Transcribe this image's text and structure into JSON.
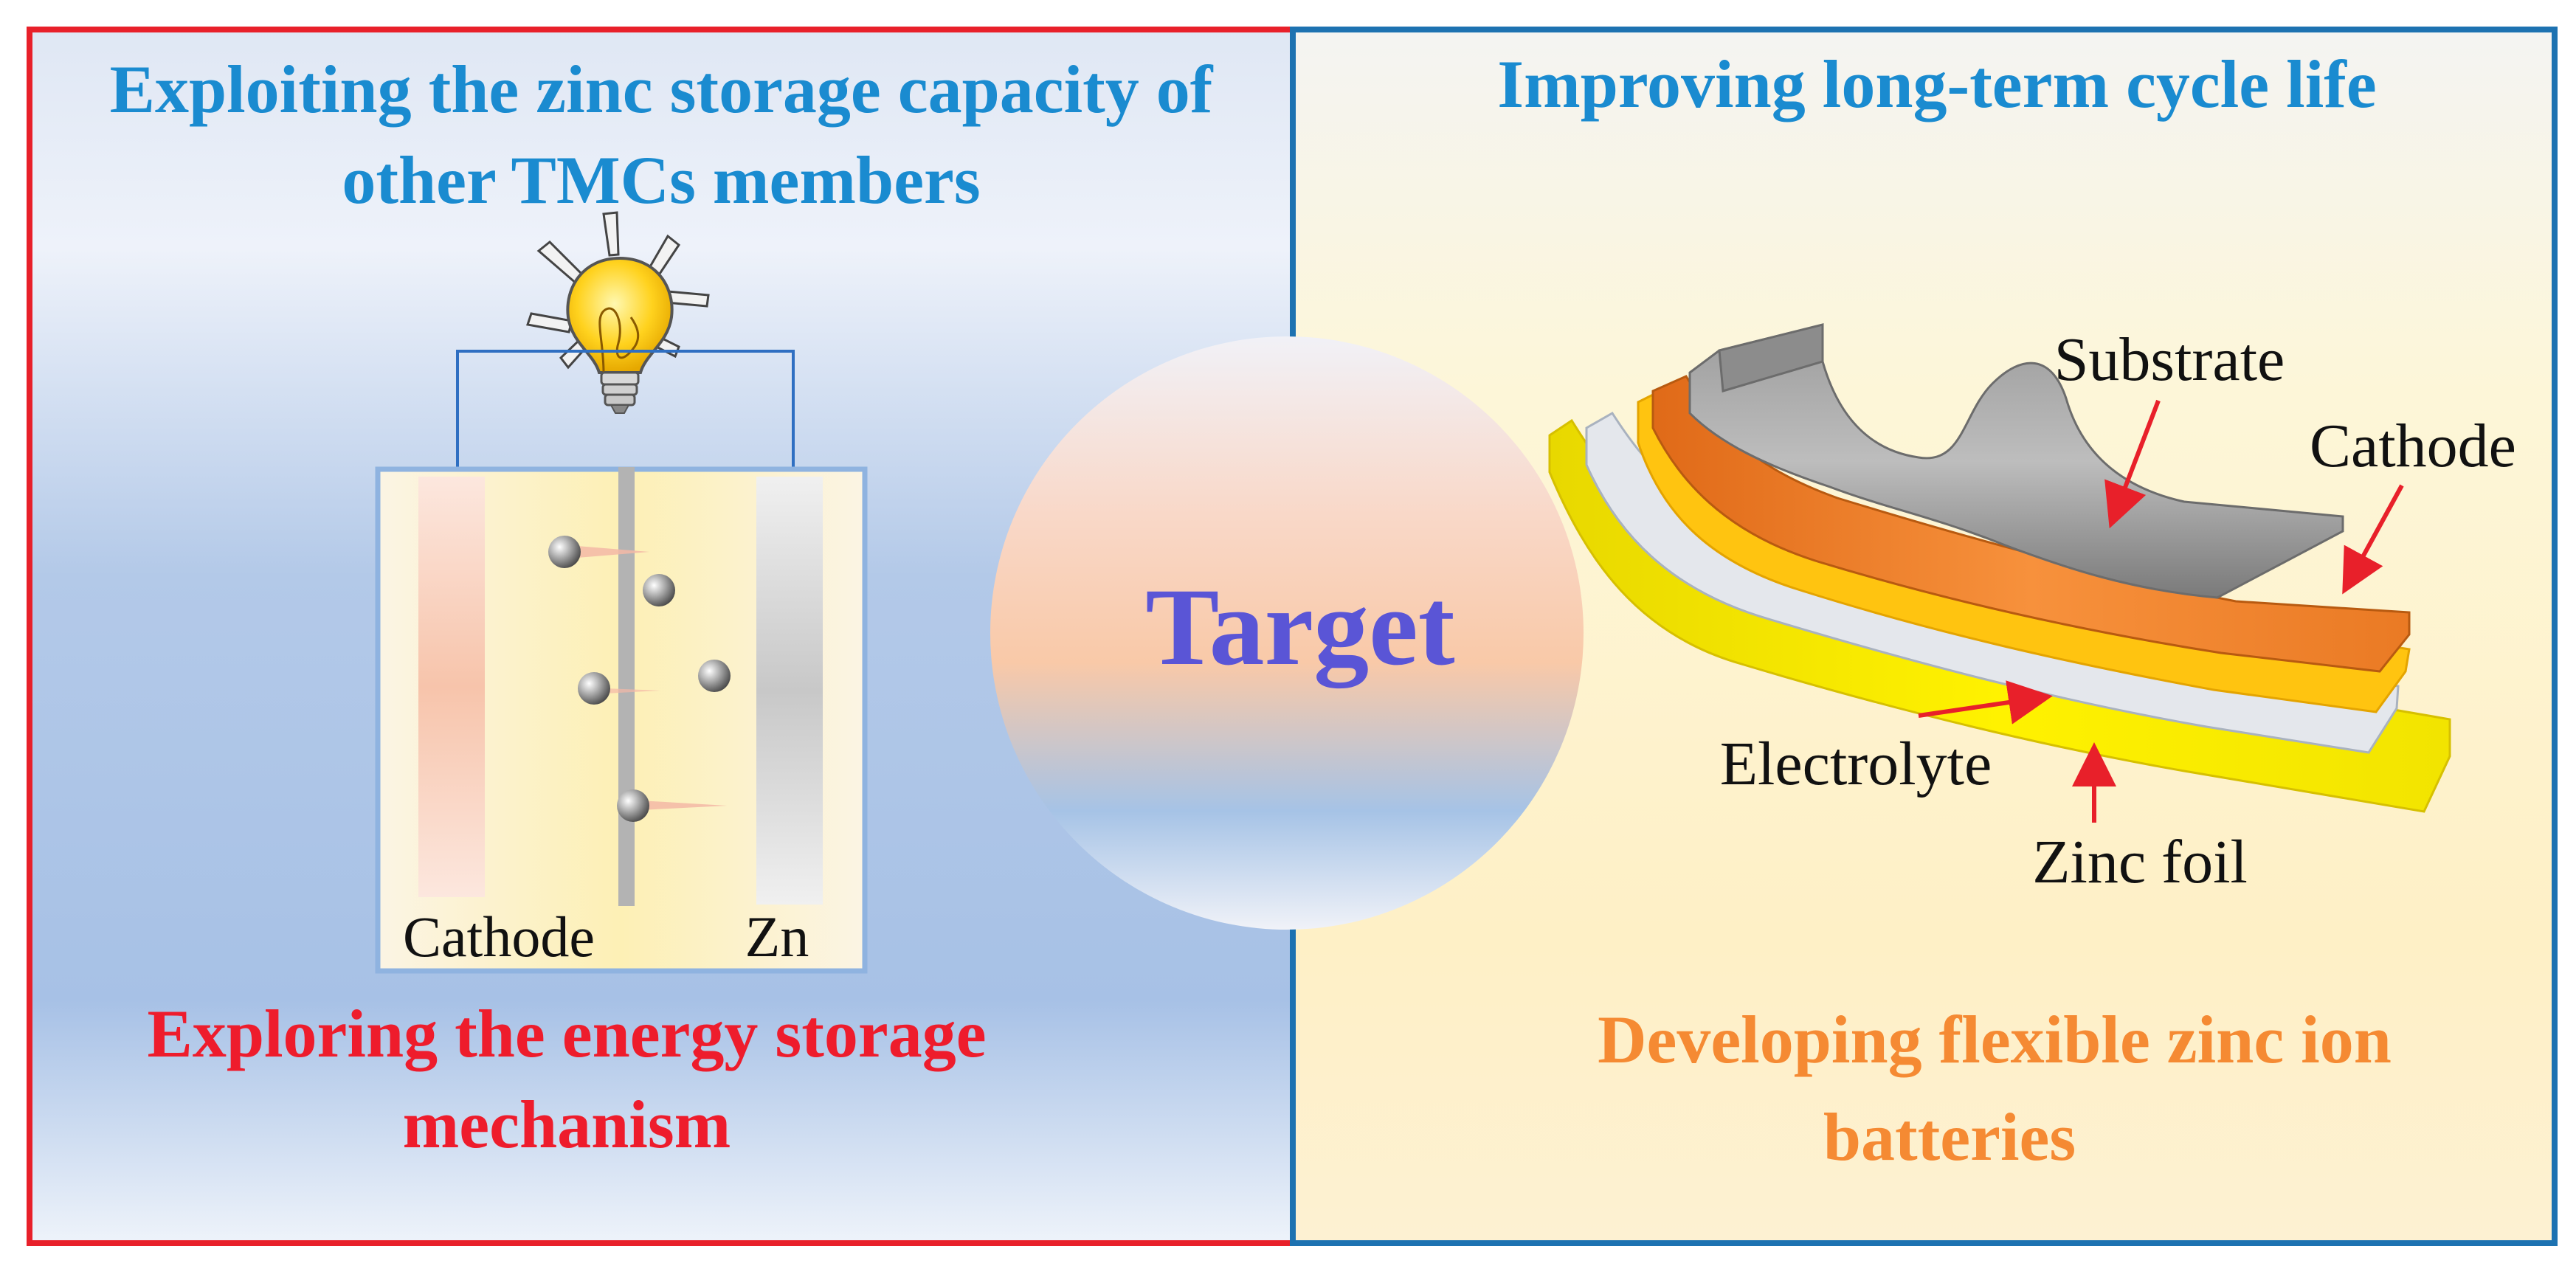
{
  "left_panel": {
    "top_title_line1": "Exploiting the zinc storage capacity of",
    "top_title_line2": "other TMCs members",
    "bottom_title_line1": "Exploring the energy storage",
    "bottom_title_line2": "mechanism",
    "cell": {
      "cathode_label": "Cathode",
      "anode_label": "Zn"
    }
  },
  "center": {
    "label": "Target"
  },
  "right_panel": {
    "top_title": "Improving long-term cycle life",
    "bottom_title_line1": "Developing flexible zinc ion",
    "bottom_title_line2": "batteries",
    "layers": {
      "substrate": "Substrate",
      "cathode": "Cathode",
      "electrolyte": "Electrolyte",
      "zinc_foil": "Zinc foil"
    }
  },
  "colors": {
    "left_border": "#e8202a",
    "right_border": "#1d72b1",
    "blue_title": "#1a8bd0",
    "red_title": "#ee1c2c",
    "orange_title": "#f58a33",
    "target_text": "#5a55d6"
  }
}
